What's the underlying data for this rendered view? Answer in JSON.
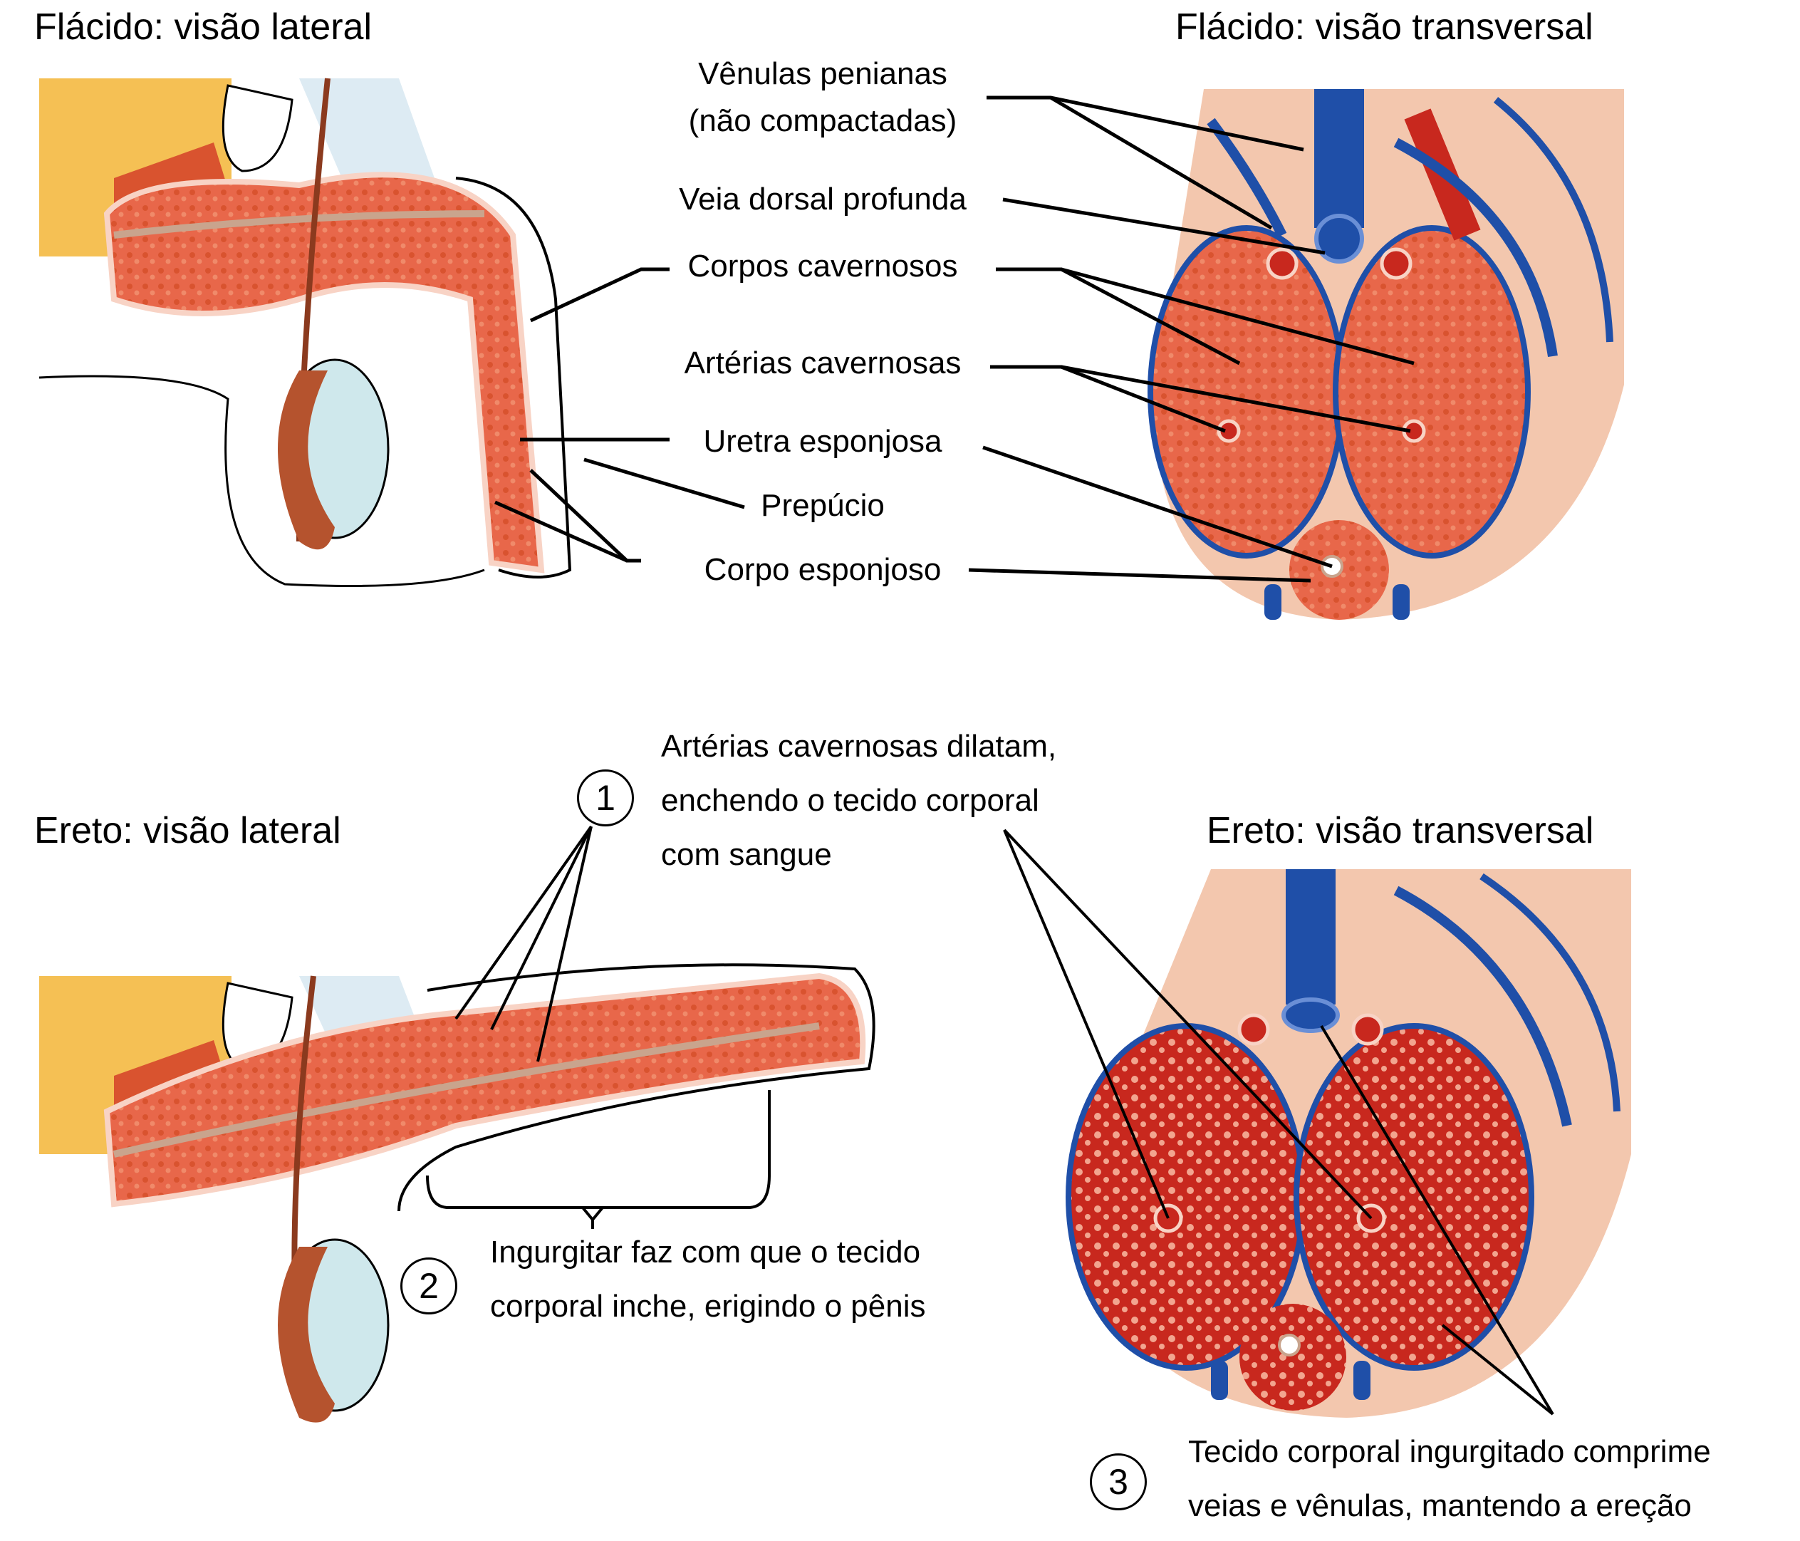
{
  "panels": {
    "flaccid_lateral": {
      "title": "Flácido: visão lateral"
    },
    "flaccid_transverse": {
      "title": "Flácido: visão transversal"
    },
    "erect_lateral": {
      "title": "Ereto: visão lateral"
    },
    "erect_transverse": {
      "title": "Ereto: visão transversal"
    }
  },
  "labels": {
    "venulas": [
      "Vênulas penianas",
      "(não compactadas)"
    ],
    "veia_dorsal": "Veia dorsal profunda",
    "corpos_cavernosos": "Corpos cavernosos",
    "arterias_cavernosas": "Artérias cavernosas",
    "uretra": "Uretra esponjosa",
    "prepucio": "Prepúcio",
    "corpo_esponjoso": "Corpo esponjoso"
  },
  "steps": [
    {
      "number": "1",
      "lines": [
        "Artérias cavernosas dilatam,",
        "enchendo o tecido corporal",
        "com sangue"
      ]
    },
    {
      "number": "2",
      "lines": [
        "Ingurgitar faz com que o tecido",
        "corporal inche, erigindo o pênis"
      ]
    },
    {
      "number": "3",
      "lines": [
        "Tecido corporal ingurgitado comprime",
        "veias e vênulas, mantendo a ereção"
      ]
    }
  ],
  "colors": {
    "tissue": "#e8674a",
    "tissue_light": "#f2a58f",
    "skin": "#f3c7ae",
    "vein": "#1f4fa8",
    "artery": "#c8281e",
    "fat": "#f5c054",
    "testis": "#cfe8ec",
    "epididymis": "#b5532e"
  }
}
